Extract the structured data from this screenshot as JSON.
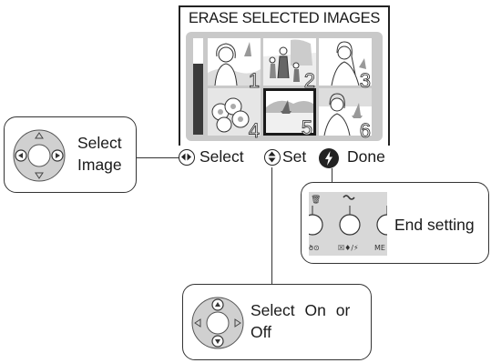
{
  "screen": {
    "title": "ERASE SELECTED IMAGES",
    "thumbnails": [
      "1",
      "2",
      "3",
      "4",
      "5",
      "6"
    ],
    "selected_index": 4
  },
  "hints": {
    "select_label": "Select",
    "set_label": "Set",
    "done_label": "Done"
  },
  "callouts": {
    "select_image": {
      "line1": "Select",
      "line2": "Image"
    },
    "end_setting": {
      "label": "End setting"
    },
    "select_on_off": {
      "line1": "Select On or",
      "line2": "Off"
    }
  }
}
